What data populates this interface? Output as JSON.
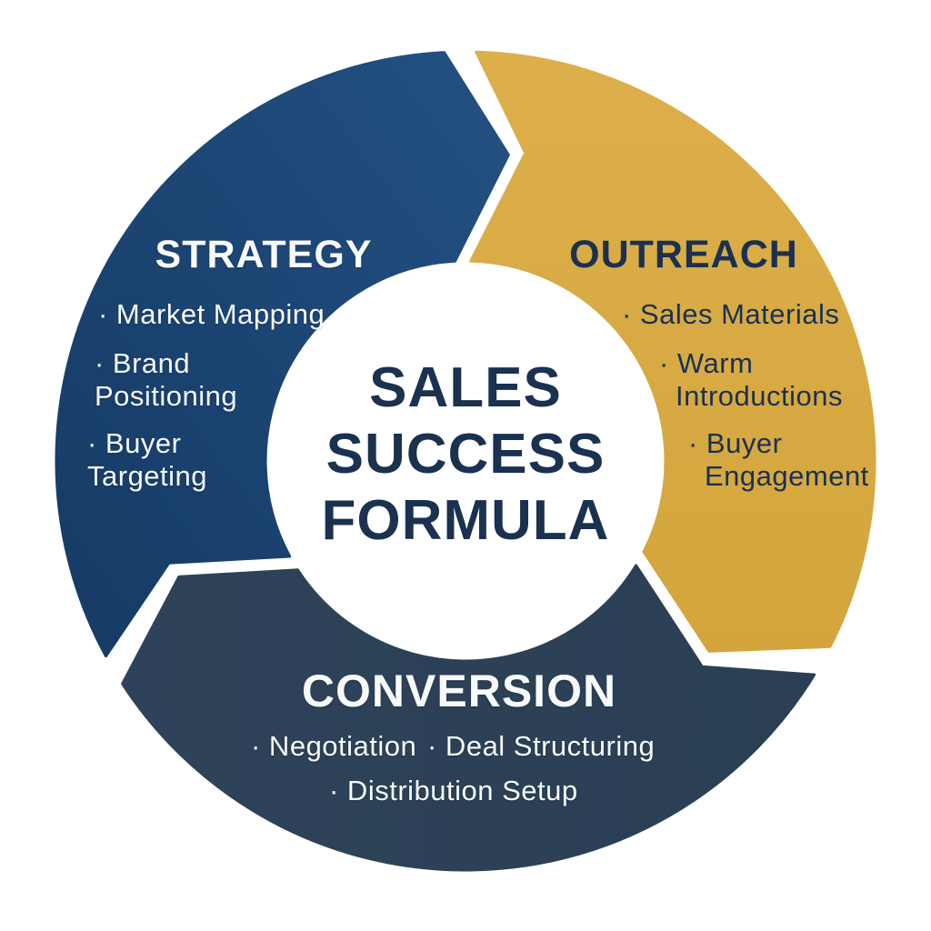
{
  "diagram": {
    "center_title_lines": [
      "SALES",
      "SUCCESS",
      "FORMULA"
    ],
    "segments": [
      {
        "id": "strategy",
        "label": "STRATEGY",
        "bullets": [
          "· Market Mapping",
          "· Brand Positioning",
          "· Buyer Targeting"
        ]
      },
      {
        "id": "outreach",
        "label": "OUTREACH",
        "bullets": [
          "· Sales Materials",
          "· Warm Introductions",
          "· Buyer Engagement"
        ]
      },
      {
        "id": "conversion",
        "label": "CONVERSION",
        "bullets": [
          "· Negotiation",
          "· Deal Structuring",
          "· Distribution Setup"
        ]
      }
    ],
    "colors": {
      "strategy_blue": "#1d4777",
      "strategy_blue_light": "#235083",
      "strategy_blue_dark": "#153a64",
      "outreach_gold": "#d8aa43",
      "outreach_gold_light": "#dcaf4b",
      "outreach_gold_dark": "#d3a53c",
      "conversion_navy": "#2c4157",
      "conversion_navy_light": "#2e4359",
      "conversion_navy_dark": "#2a3f54",
      "text_navy": "#1a314f",
      "text_white": "#ffffff",
      "background": "#ffffff"
    }
  }
}
